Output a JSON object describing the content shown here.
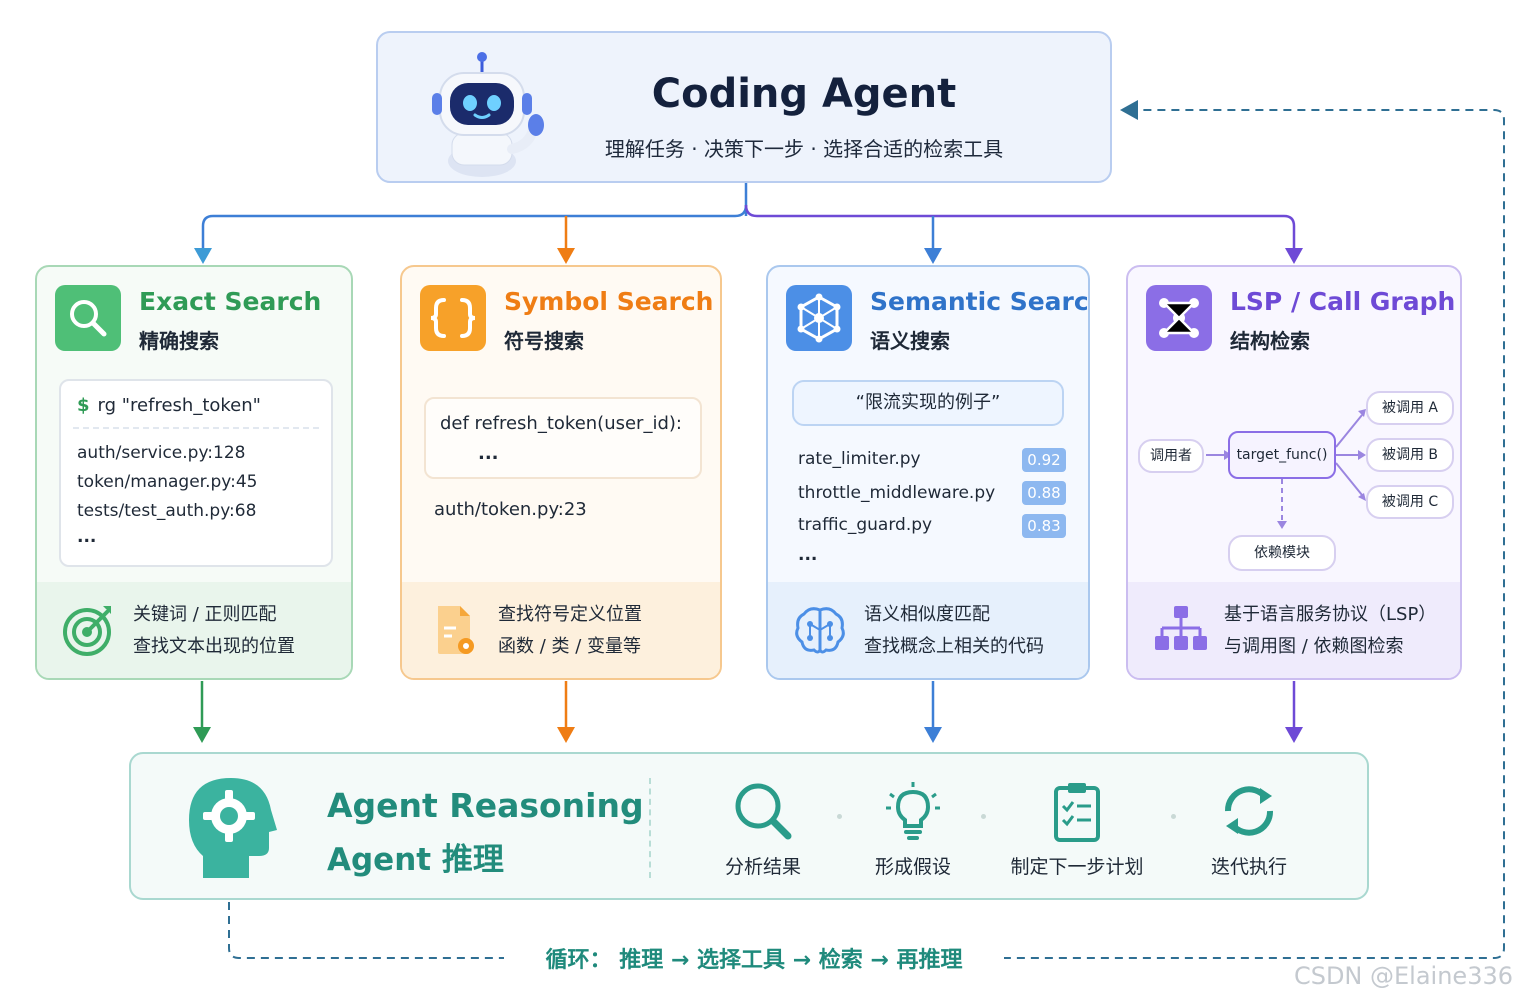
{
  "agent": {
    "title": "Coding Agent",
    "subtitle": "理解任务 · 决策下一步 · 选择合适的检索工具"
  },
  "cards": {
    "exact": {
      "title": "Exact Search",
      "subtitle": "精确搜索",
      "command_prefix": "$",
      "command": "rg \"refresh_token\"",
      "results": [
        "auth/service.py:128",
        "token/manager.py:45",
        "tests/test_auth.py:68",
        "..."
      ],
      "footer": [
        "关键词 / 正则匹配",
        "查找文本出现的位置"
      ]
    },
    "symbol": {
      "title": "Symbol Search",
      "subtitle": "符号搜索",
      "definition": "def refresh_token(user_id):",
      "ellipsis": "...",
      "location": "auth/token.py:23",
      "footer": [
        "查找符号定义位置",
        "函数 / 类 / 变量等"
      ]
    },
    "semantic": {
      "title": "Semantic Search",
      "subtitle": "语义搜索",
      "query": "“限流实现的例子”",
      "results": [
        {
          "file": "rate_limiter.py",
          "score": "0.92"
        },
        {
          "file": "throttle_middleware.py",
          "score": "0.88"
        },
        {
          "file": "traffic_guard.py",
          "score": "0.83"
        }
      ],
      "ellipsis": "...",
      "footer": [
        "语义相似度匹配",
        "查找概念上相关的代码"
      ]
    },
    "lsp": {
      "title": "LSP / Call Graph",
      "subtitle": "结构检索",
      "caller": "调用者",
      "target": "target_func()",
      "callees": [
        "被调用 A",
        "被调用 B",
        "被调用 C"
      ],
      "dependency": "依赖模块",
      "footer": [
        "基于语言服务协议（LSP）",
        "与调用图 /  依赖图检索"
      ]
    }
  },
  "reasoning": {
    "title_en": "Agent Reasoning",
    "title_cn": "Agent 推理",
    "steps": [
      {
        "label": "分析结果",
        "icon": "magnifier-icon"
      },
      {
        "label": "形成假设",
        "icon": "lightbulb-icon"
      },
      {
        "label": "制定下一步计划",
        "icon": "clipboard-checklist-icon"
      },
      {
        "label": "迭代执行",
        "icon": "refresh-cycle-icon"
      }
    ]
  },
  "loop": "循环： 推理 → 选择工具 → 检索 → 再推理",
  "watermark": "CSDN @Elaine336",
  "colors": {
    "exact": "#2f9b56",
    "symbol": "#ef7d14",
    "semantic": "#2f73c9",
    "lsp": "#6e4ad6",
    "reasoning": "#228c7c",
    "feedback": "#2f6f93"
  }
}
